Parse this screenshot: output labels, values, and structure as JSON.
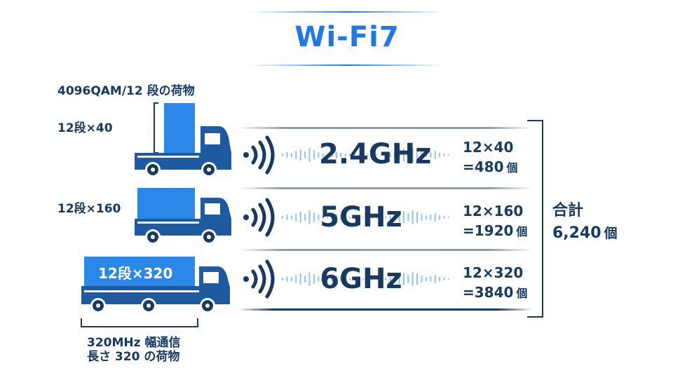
{
  "header": {
    "title": "Wi-Fi7"
  },
  "modulation_note": "4096QAM/12 段の荷物",
  "bands": [
    {
      "truck_label": "12段×40",
      "frequency": "2.4GHz",
      "calc_line1": "12×40",
      "calc_line2": "=480",
      "unit": "個"
    },
    {
      "truck_label": "12段×160",
      "frequency": "5GHz",
      "calc_line1": "12×160",
      "calc_line2": "=1920",
      "unit": "個"
    },
    {
      "truck_label": "12段×320",
      "frequency": "6GHz",
      "calc_line1": "12×320",
      "calc_line2": "=3840",
      "unit": "個"
    }
  ],
  "total": {
    "line1": "合計",
    "line2": "6,240",
    "unit": "個"
  },
  "bandwidth_note": {
    "line1": "320MHz 幅通信",
    "line2": "長さ 320 の荷物"
  },
  "colors": {
    "accent": "#1e78e6",
    "navy": "#173a63",
    "truck_body": "#1d5aa0",
    "cargo": "#2b87e8"
  },
  "icons": {
    "wifi": "wifi-signal-icon",
    "truck": "truck-icon",
    "wave": "sound-wave-icon"
  }
}
